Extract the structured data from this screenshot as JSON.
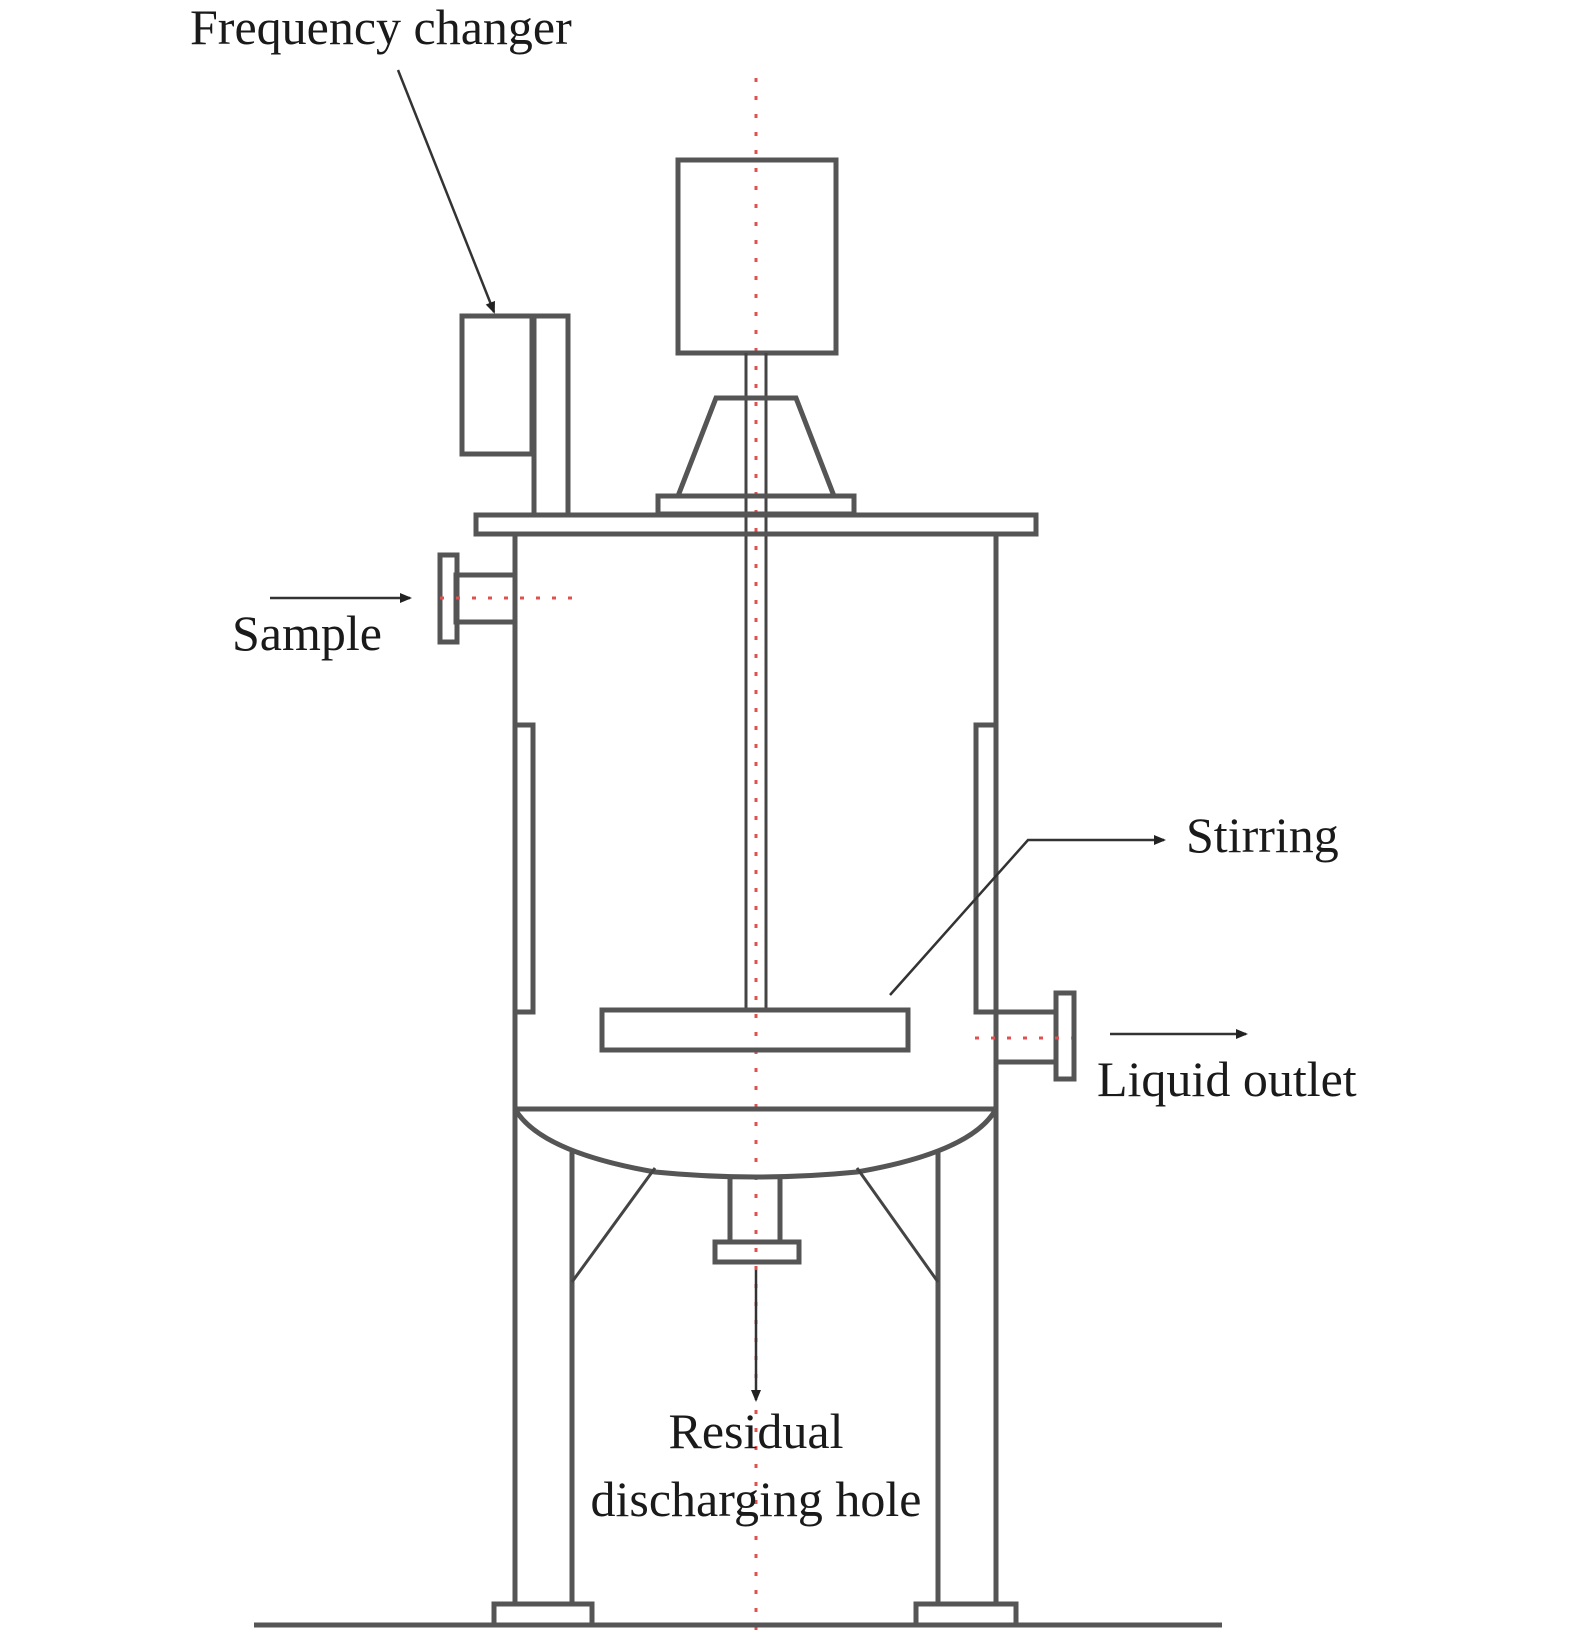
{
  "labels": {
    "frequency_changer": "Frequency changer",
    "sample": "Sample",
    "stirring": "Stirring",
    "liquid_outlet": "Liquid outlet",
    "residual_line1": "Residual",
    "residual_line2": "discharging hole"
  },
  "colors": {
    "line": "#555555",
    "centerline": "#e05050",
    "text": "#1a1a1a",
    "background": "#ffffff"
  }
}
